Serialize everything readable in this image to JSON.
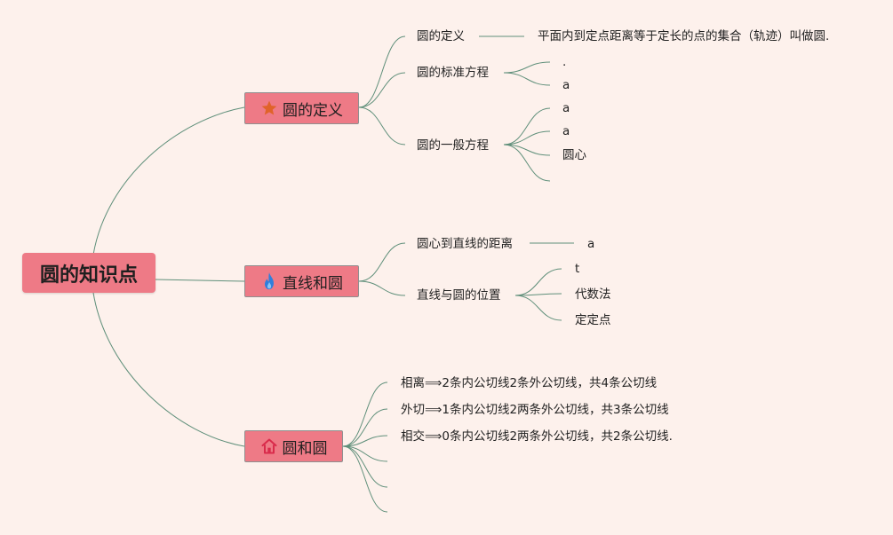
{
  "root": {
    "label": "圆的知识点"
  },
  "branches": [
    {
      "label": "圆的定义",
      "icon": "star-icon",
      "icon_color": "#e0632a",
      "children": [
        {
          "label": "圆的定义",
          "children": [
            "平面内到定点距离等于定长的点的集合（轨迹）叫做圆."
          ]
        },
        {
          "label": "圆的标准方程",
          "children": [
            ".",
            "a"
          ]
        },
        {
          "label": "圆的一般方程",
          "children": [
            "a",
            "a",
            "圆心",
            ""
          ]
        }
      ]
    },
    {
      "label": "直线和圆",
      "icon": "flame-icon",
      "icon_color": "#2f7fdc",
      "children": [
        {
          "label": "圆心到直线的距离",
          "children": [
            "a"
          ]
        },
        {
          "label": "直线与圆的位置",
          "children": [
            "t",
            "代数法",
            "定定点"
          ]
        }
      ]
    },
    {
      "label": "圆和圆",
      "icon": "house-icon",
      "icon_color": "#d92b4b",
      "children": [
        {
          "label": "相离⟹2条内公切线2条外公切线，共4条公切线"
        },
        {
          "label": "外切⟹1条内公切线2两条外公切线，共3条公切线"
        },
        {
          "label": "相交⟹0条内公切线2两条外公切线，共2条公切线."
        },
        {
          "label": ""
        },
        {
          "label": ""
        },
        {
          "label": ""
        }
      ]
    }
  ],
  "colors": {
    "background": "#fdf1ec",
    "node_fill": "#ee7a86",
    "connector": "#5f8f7a"
  }
}
